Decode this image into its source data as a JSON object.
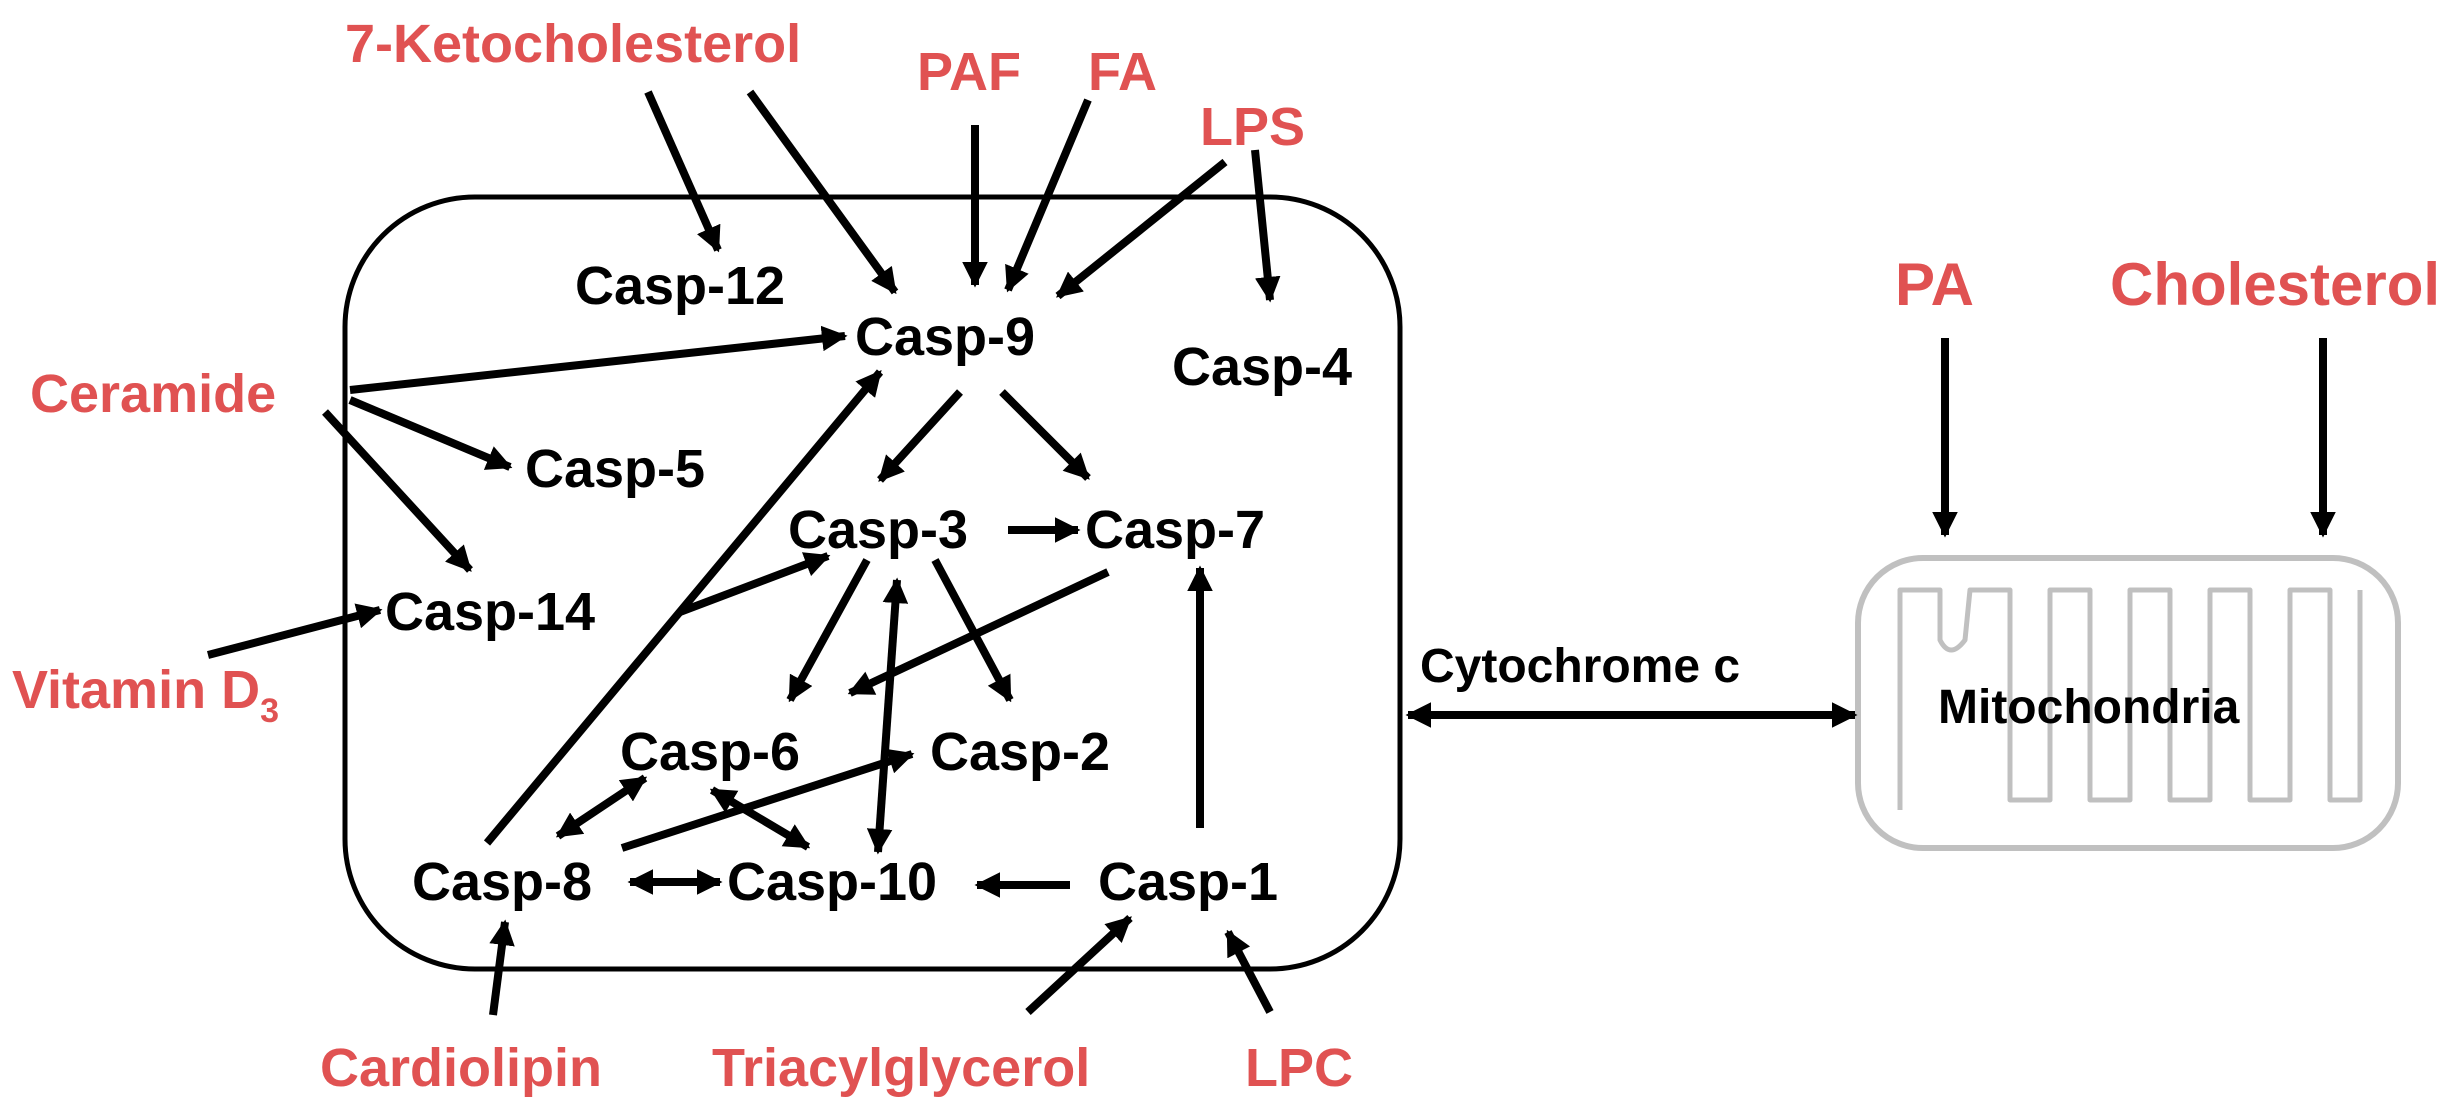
{
  "colors": {
    "lipid": "#e05252",
    "caspase": "#000000",
    "mitochondria": "#c0c0c0",
    "arrow": "#000000"
  },
  "caspases": {
    "casp12": "Casp-12",
    "casp9": "Casp-9",
    "casp4": "Casp-4",
    "casp5": "Casp-5",
    "casp3": "Casp-3",
    "casp7": "Casp-7",
    "casp14": "Casp-14",
    "casp6": "Casp-6",
    "casp2": "Casp-2",
    "casp8": "Casp-8",
    "casp10": "Casp-10",
    "casp1": "Casp-1"
  },
  "lipids": {
    "ketocholesterol": "7-Ketocholesterol",
    "paf": "PAF",
    "fa": "FA",
    "lps": "LPS",
    "ceramide": "Ceramide",
    "vitamin_d3_main": "Vitamin D",
    "vitamin_d3_sub": "3",
    "cardiolipin": "Cardiolipin",
    "triacylglycerol": "Triacylglycerol",
    "lpc": "LPC",
    "pa": "PA",
    "cholesterol": "Cholesterol"
  },
  "other": {
    "cytochrome_c": "Cytochrome c",
    "mitochondria": "Mitochondria"
  }
}
